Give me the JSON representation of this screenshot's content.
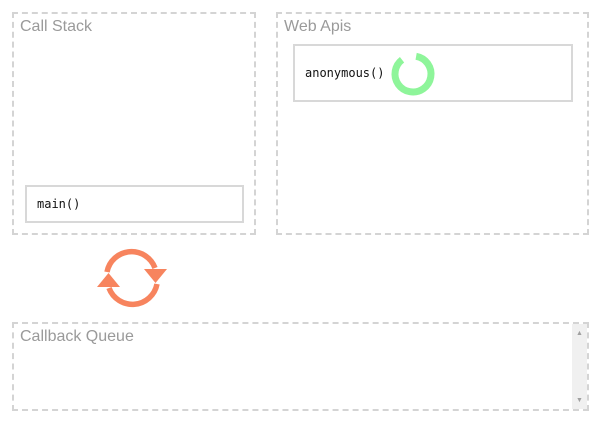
{
  "call_stack": {
    "title": "Call Stack",
    "frames": [
      {
        "label": "main()"
      }
    ]
  },
  "web_apis": {
    "title": "Web Apis",
    "tasks": [
      {
        "label": "anonymous()",
        "icon": "loading-spinner-icon",
        "spinner_color": "#8ef59a"
      }
    ]
  },
  "event_loop": {
    "icon": "refresh-cycle-icon",
    "color": "#f7845e"
  },
  "callback_queue": {
    "title": "Callback Queue",
    "items": []
  },
  "colors": {
    "panel_border": "#d4d4d4",
    "title_text": "#9a9a9a",
    "frame_border": "#d8d8d8"
  }
}
